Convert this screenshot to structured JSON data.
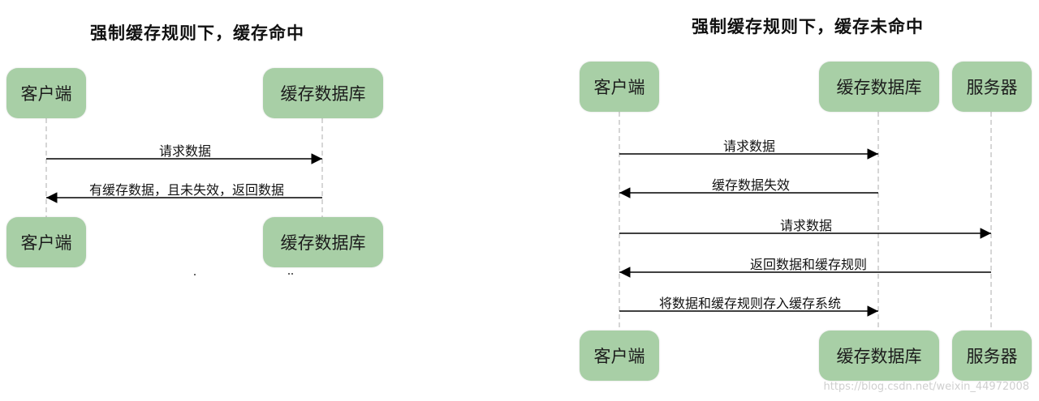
{
  "left_diagram": {
    "title": "强制缓存规则下，缓存命中",
    "actors": {
      "client_top": "客户端",
      "cache_top": "缓存数据库",
      "client_bottom": "客户端",
      "cache_bottom": "缓存数据库"
    },
    "messages": [
      {
        "label": "请求数据",
        "from": "client",
        "to": "cache"
      },
      {
        "label": "有缓存数据，且未失效，返回数据",
        "from": "cache",
        "to": "client"
      }
    ]
  },
  "right_diagram": {
    "title": "强制缓存规则下，缓存未命中",
    "actors": {
      "client_top": "客户端",
      "cache_top": "缓存数据库",
      "server_top": "服务器",
      "client_bottom": "客户端",
      "cache_bottom": "缓存数据库",
      "server_bottom": "服务器"
    },
    "messages": [
      {
        "label": "请求数据",
        "from": "client",
        "to": "cache"
      },
      {
        "label": "缓存数据失效",
        "from": "cache",
        "to": "client"
      },
      {
        "label": "请求数据",
        "from": "client",
        "to": "server"
      },
      {
        "label": "返回数据和缓存规则",
        "from": "server",
        "to": "client"
      },
      {
        "label": "将数据和缓存规则存入缓存系统",
        "from": "client",
        "to": "cache"
      }
    ]
  },
  "watermark": "https://blog.csdn.net/weixin_44972008",
  "colors": {
    "actor_fill": "#a8cfa6",
    "lifeline": "#bbbbbb",
    "arrow": "#000000"
  }
}
